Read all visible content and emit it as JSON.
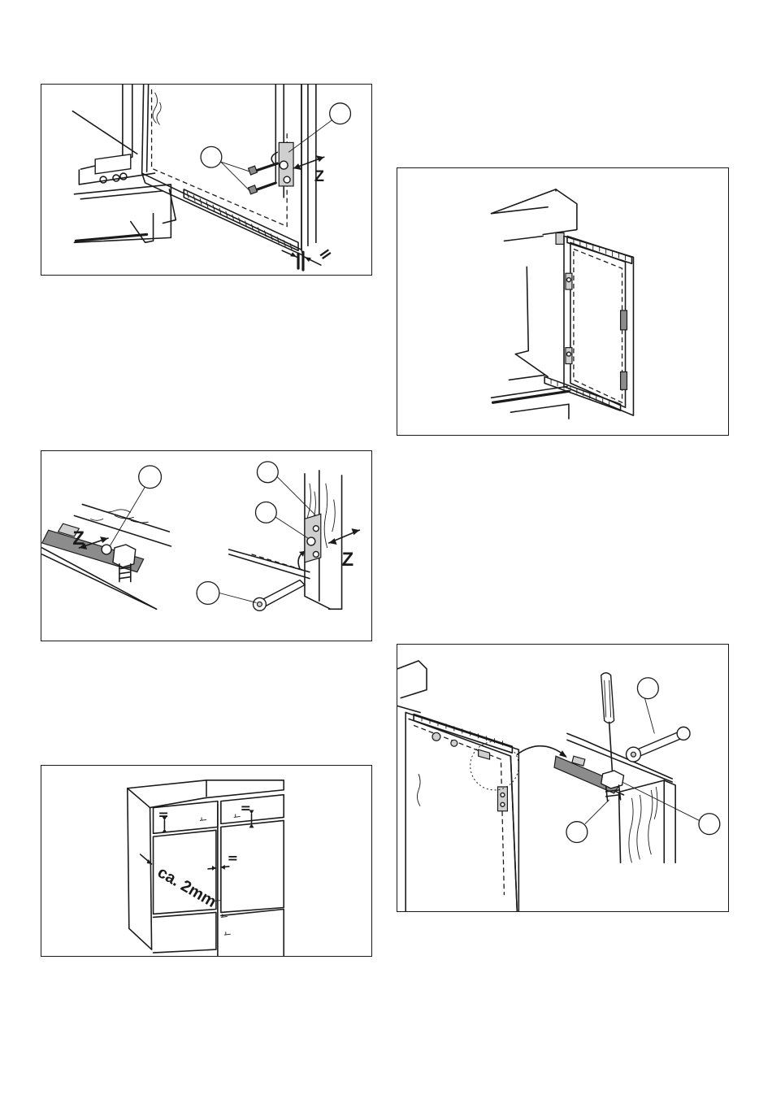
{
  "figures": [
    {
      "id": "fig-door-gap-adjust",
      "labels": {
        "arrow": "Z",
        "equal": "="
      }
    },
    {
      "id": "fig-open-door-dashed",
      "labels": {}
    },
    {
      "id": "fig-hinge-z-adjust",
      "labels": {
        "arrow_left": "Z",
        "arrow_right": "Z"
      }
    },
    {
      "id": "fig-screwdriver-wrench",
      "labels": {}
    },
    {
      "id": "fig-cabinet-gaps",
      "labels": {
        "gap": "ca. 2mm",
        "equal": "="
      }
    }
  ]
}
